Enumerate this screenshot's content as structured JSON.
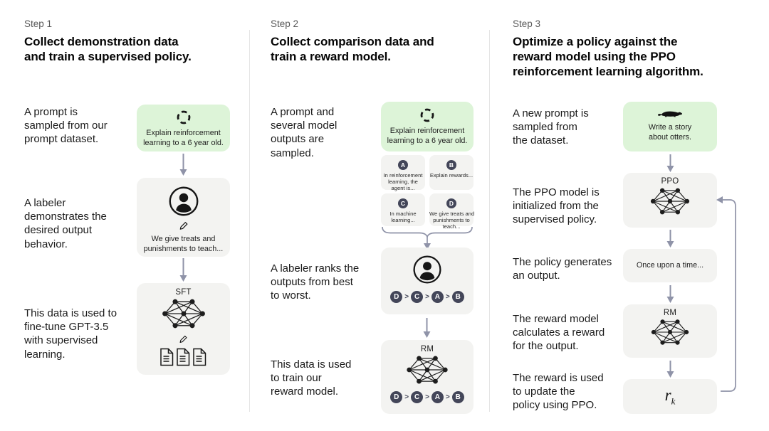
{
  "step1": {
    "label": "Step 1",
    "title": "Collect demonstration data\nand train a supervised policy.",
    "caption_prompt": "A prompt is\nsampled from our\nprompt dataset.",
    "caption_labeler": "A labeler\ndemonstrates the\ndesired output\nbehavior.",
    "caption_data": "This data is used to\nfine-tune GPT-3.5\nwith supervised\nlearning.",
    "prompt_text": "Explain reinforcement\nlearning to a 6 year old.",
    "labeler_output": "We give treats and\npunishments to teach...",
    "model_label": "SFT"
  },
  "step2": {
    "label": "Step 2",
    "title": "Collect comparison data and\ntrain a reward model.",
    "caption_prompt": "A prompt and\nseveral model\noutputs are\nsampled.",
    "caption_labeler": "A labeler ranks the\noutputs from best\nto worst.",
    "caption_data": "This data is used\nto train our\nreward model.",
    "prompt_text": "Explain reinforcement\nlearning to a 6 year old.",
    "outputs": [
      {
        "badge": "A",
        "text": "In reinforcement\nlearning, the\nagent is..."
      },
      {
        "badge": "B",
        "text": "Explain rewards..."
      },
      {
        "badge": "C",
        "text": "In machine\nlearning..."
      },
      {
        "badge": "D",
        "text": "We give treats and\npunishments to\nteach..."
      }
    ],
    "ranking": {
      "items": [
        "D",
        "C",
        "A",
        "B"
      ],
      "separator": ">"
    },
    "model_label": "RM"
  },
  "step3": {
    "label": "Step 3",
    "title": "Optimize a policy against the\nreward model using the PPO\nreinforcement learning algorithm.",
    "caption_prompt": "A new prompt is\nsampled from\nthe dataset.",
    "caption_ppo": "The PPO model is\ninitialized from the\nsupervised policy.",
    "caption_output": "The policy generates\nan output.",
    "caption_rm": "The reward model\ncalculates a reward\nfor the output.",
    "caption_reward": "The reward is used\nto update the\npolicy using PPO.",
    "prompt_text": "Write a story\nabout otters.",
    "ppo_label": "PPO",
    "output_text": "Once upon a time...",
    "rm_label": "RM",
    "reward_symbol": "r",
    "reward_subscript": "k"
  },
  "colors": {
    "prompt_bubble_green": "#ddf4d8",
    "node_box_gray": "#f3f3f1",
    "badge_dark": "#434659",
    "arrow_gray": "#8f93a8",
    "divider_gray": "#e4e4e4"
  },
  "icons": {
    "prompt_sample": "dashed-circle-icon",
    "labeler": "person-circle-icon",
    "write": "pencil-icon",
    "documents": "documents-icon",
    "model": "neural-network-icon",
    "otter": "otter-icon",
    "flow": "arrow-down-icon",
    "merge": "brace-arrow-icon",
    "feedback": "loop-arrow-icon"
  }
}
